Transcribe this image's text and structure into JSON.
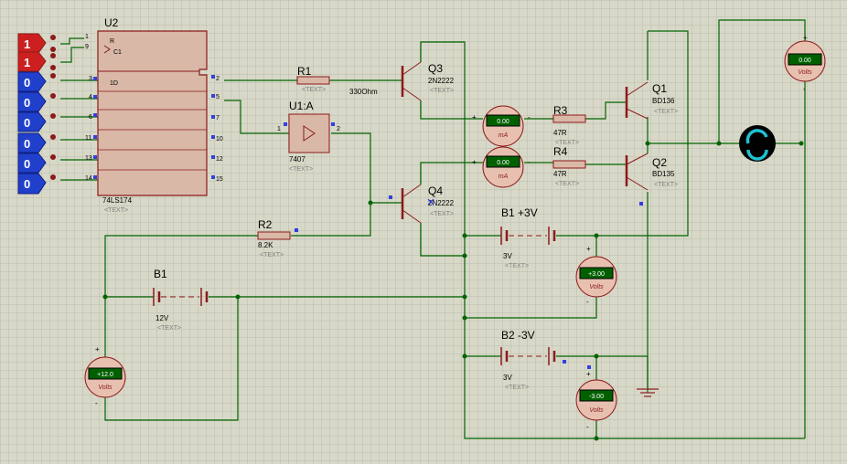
{
  "colors": {
    "wire": "#006400",
    "component": "#8b1a1a",
    "chip_fill": "#d9b8a8",
    "grid_bg": "#d8d8c8",
    "logic_high": "#cc2020",
    "logic_low": "#2040cc",
    "meter_fill": "#e8c0b0",
    "display": "#006000"
  },
  "u2": {
    "name": "U2",
    "part": "74LS174",
    "text": "<TEXT>",
    "pins_left": [
      {
        "num": "1",
        "label": "R"
      },
      {
        "num": "9",
        "label": "C1"
      },
      {
        "num": "3",
        "label": "1D"
      },
      {
        "num": "4",
        "label": ""
      },
      {
        "num": "6",
        "label": ""
      },
      {
        "num": "11",
        "label": ""
      },
      {
        "num": "13",
        "label": ""
      },
      {
        "num": "14",
        "label": ""
      }
    ],
    "pins_right": [
      "2",
      "5",
      "7",
      "10",
      "12",
      "15"
    ]
  },
  "logic_states": [
    "1",
    "1",
    "0",
    "0",
    "0",
    "0",
    "0",
    "0"
  ],
  "components": {
    "r1": {
      "name": "R1",
      "value": "330Ohm",
      "text": "<TEXT>"
    },
    "r2": {
      "name": "R2",
      "value": "8.2K",
      "text": "<TEXT>"
    },
    "r3": {
      "name": "R3",
      "value": "47R",
      "text": "<TEXT>"
    },
    "r4": {
      "name": "R4",
      "value": "47R",
      "text": "<TEXT>"
    },
    "q1": {
      "name": "Q1",
      "part": "BD136",
      "text": "<TEXT>"
    },
    "q2": {
      "name": "Q2",
      "part": "BD135",
      "text": "<TEXT>"
    },
    "q3": {
      "name": "Q3",
      "part": "2N2222",
      "text": "<TEXT>"
    },
    "q4": {
      "name": "Q4",
      "part": "2N2222",
      "text": "<TEXT>"
    },
    "u1a": {
      "name": "U1:A",
      "part": "7407",
      "text": "<TEXT>",
      "pin_in": "1",
      "pin_out": "2"
    },
    "b1": {
      "name": "B1",
      "value": "12V",
      "text": "<TEXT>"
    },
    "b1p": {
      "name": "B1 +3V",
      "value": "3V",
      "text": "<TEXT>"
    },
    "b2": {
      "name": "B2 -3V",
      "value": "3V",
      "text": "<TEXT>"
    }
  },
  "meters": {
    "v_motor": {
      "value": "0.00",
      "unit": "Volts"
    },
    "ma_top": {
      "value": "0.00",
      "unit": "mA"
    },
    "ma_bot": {
      "value": "0.00",
      "unit": "mA"
    },
    "v_b1p": {
      "value": "+3.00",
      "unit": "Volts"
    },
    "v_b2": {
      "value": "-3.00",
      "unit": "Volts"
    },
    "v_b1": {
      "value": "+12.0",
      "unit": "Volts"
    }
  },
  "signs": {
    "plus": "+",
    "minus": "-"
  }
}
